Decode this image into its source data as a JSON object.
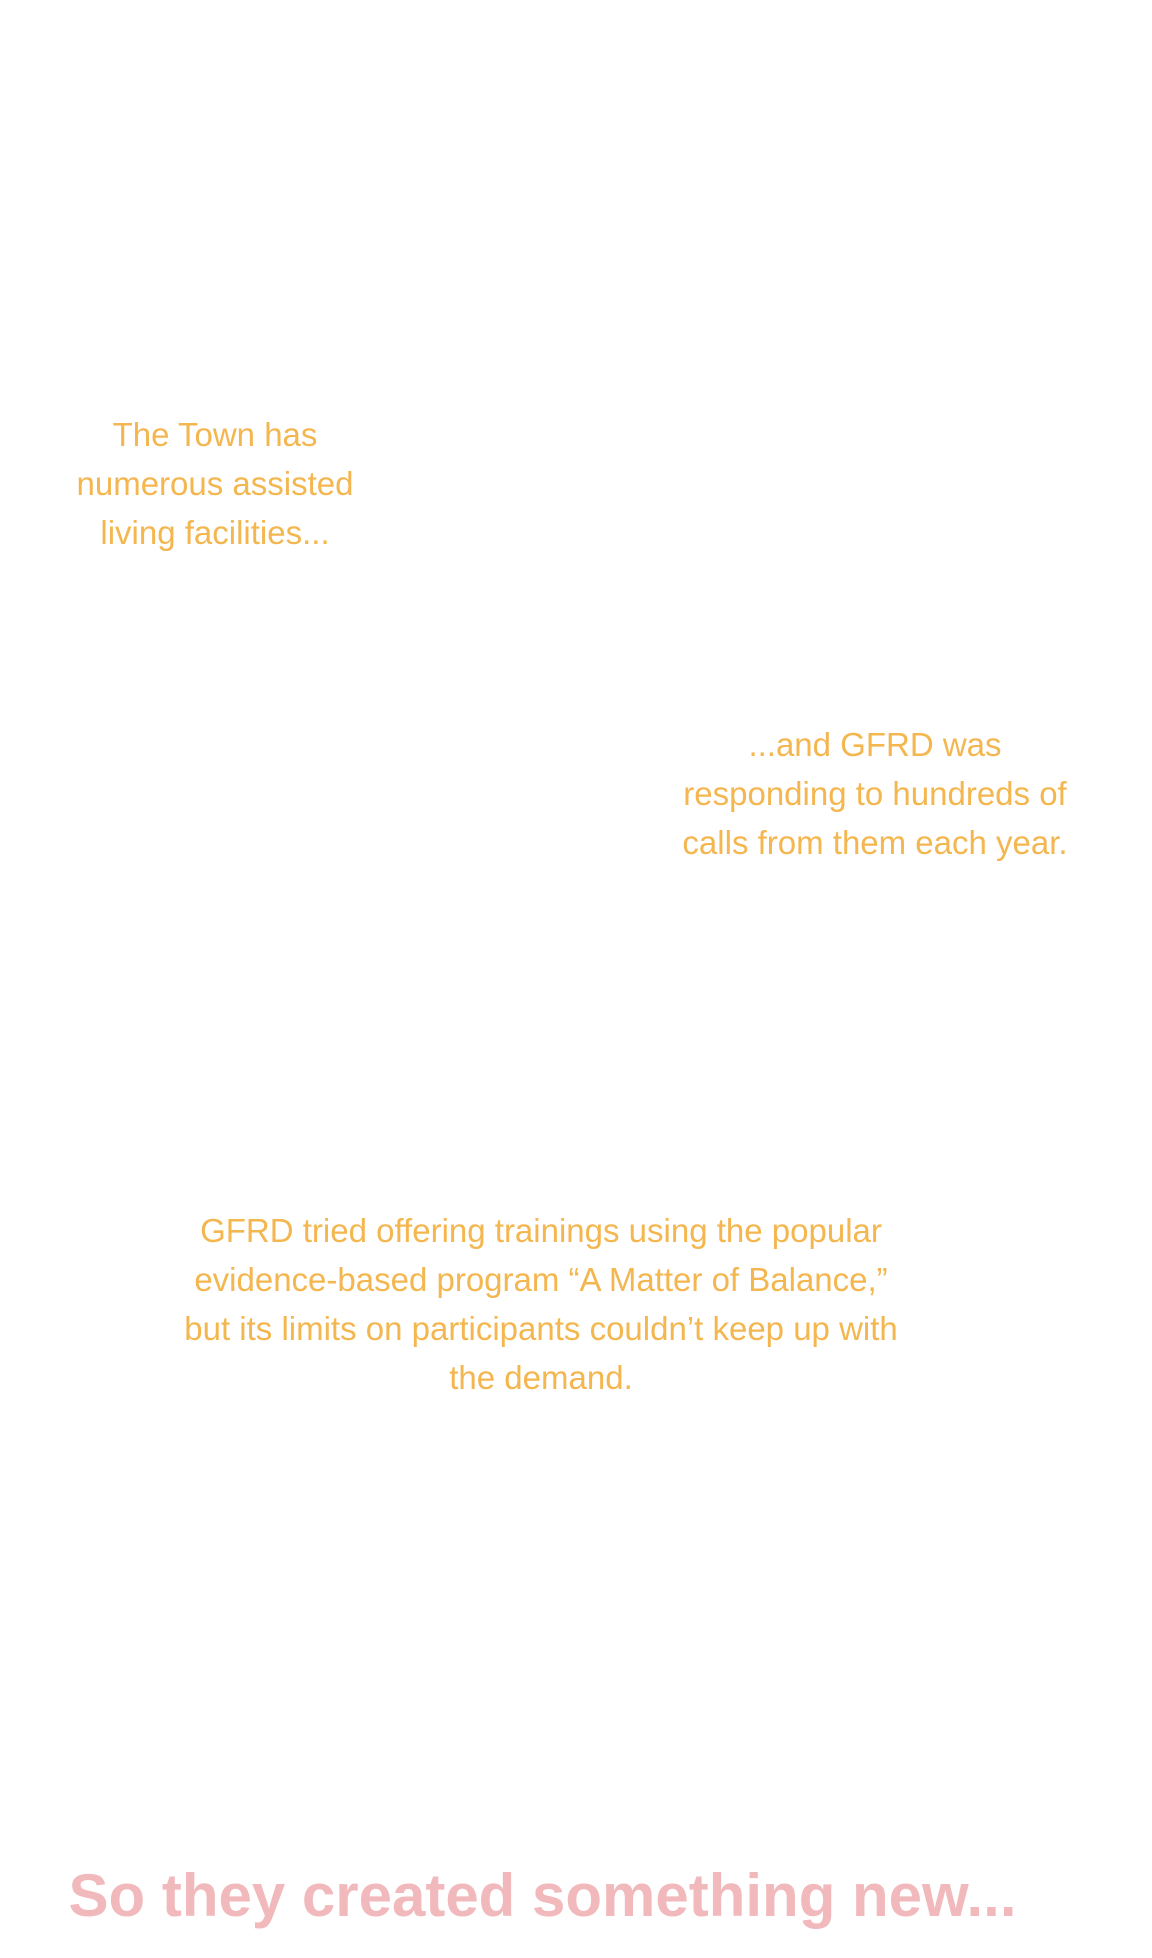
{
  "colors": {
    "background": "#ffffff",
    "body_text": "#f4b64f",
    "headline": "#f1b9bb"
  },
  "story": {
    "block_1": {
      "lines": [
        "The Town has",
        "numerous assisted",
        "living facilities..."
      ]
    },
    "block_2": {
      "lines": [
        "...and GFRD was",
        "responding to hundreds of",
        "calls from them each year."
      ]
    },
    "block_3": {
      "lines": [
        "GFRD tried offering trainings using the popular",
        "evidence-based program “A Matter of Balance,”",
        "but its limits on participants couldn’t keep up with",
        "the demand."
      ]
    },
    "headline": "So they created something new..."
  }
}
